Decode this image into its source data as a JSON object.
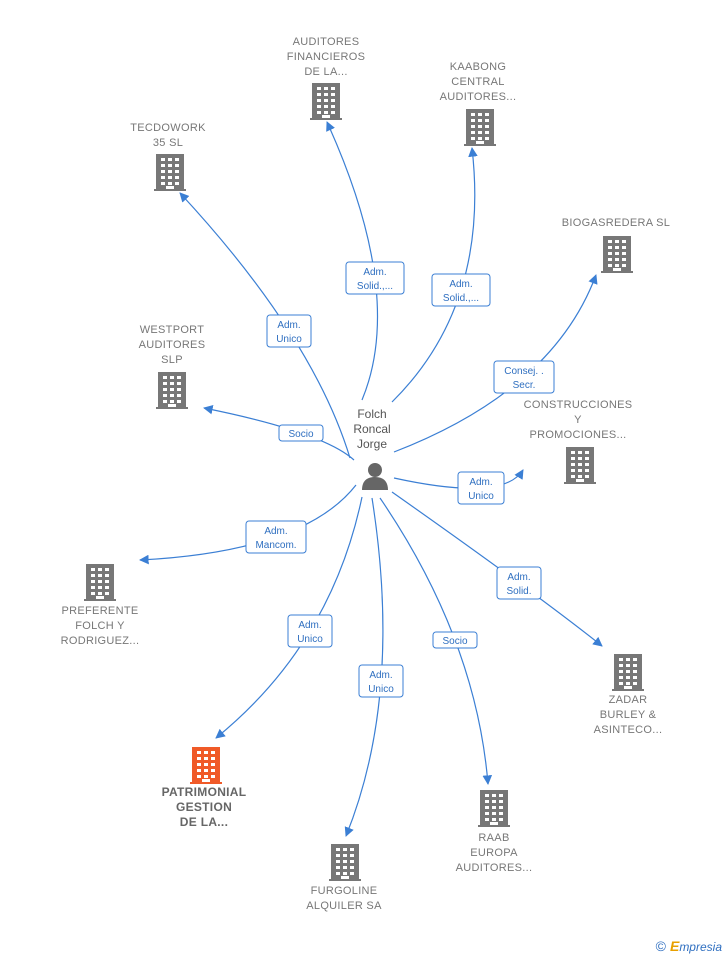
{
  "center": {
    "name_lines": [
      "Folch",
      "Roncal",
      "Jorge"
    ],
    "icon": "person-icon"
  },
  "companies": [
    {
      "id": "auditores-financieros",
      "lines": [
        "AUDITORES",
        "FINANCIEROS",
        "DE LA..."
      ],
      "highlight": false
    },
    {
      "id": "kaabong",
      "lines": [
        "KAABONG",
        "CENTRAL",
        "AUDITORES..."
      ],
      "highlight": false
    },
    {
      "id": "tecdowork",
      "lines": [
        "TECDOWORK",
        "35  SL"
      ],
      "highlight": false
    },
    {
      "id": "biogasredera",
      "lines": [
        "BIOGASREDERA SL"
      ],
      "highlight": false
    },
    {
      "id": "westport",
      "lines": [
        "WESTPORT",
        "AUDITORES",
        "SLP"
      ],
      "highlight": false
    },
    {
      "id": "construcciones",
      "lines": [
        "CONSTRUCCIONES",
        "Y",
        "PROMOCIONES..."
      ],
      "highlight": false
    },
    {
      "id": "preferente",
      "lines": [
        "PREFERENTE",
        "FOLCH Y",
        "RODRIGUEZ..."
      ],
      "highlight": false
    },
    {
      "id": "zadar",
      "lines": [
        "ZADAR",
        "BURLEY &",
        "ASINTECO..."
      ],
      "highlight": false
    },
    {
      "id": "patrimonial",
      "lines": [
        "PATRIMONIAL",
        "GESTION",
        "DE LA..."
      ],
      "highlight": true
    },
    {
      "id": "raab",
      "lines": [
        "RAAB",
        "EUROPA",
        "AUDITORES..."
      ],
      "highlight": false
    },
    {
      "id": "furgoline",
      "lines": [
        "FURGOLINE",
        "ALQUILER SA"
      ],
      "highlight": false
    }
  ],
  "edges": [
    {
      "to": "auditores-financieros",
      "label_lines": [
        "Adm.",
        "Solid.,..."
      ]
    },
    {
      "to": "kaabong",
      "label_lines": [
        "Adm.",
        "Solid.,..."
      ]
    },
    {
      "to": "tecdowork",
      "label_lines": [
        "Adm.",
        "Unico"
      ]
    },
    {
      "to": "biogasredera",
      "label_lines": [
        "Consej. .",
        "Secr."
      ]
    },
    {
      "to": "westport",
      "label_lines": [
        "Socio"
      ]
    },
    {
      "to": "construcciones",
      "label_lines": [
        "Adm.",
        "Unico"
      ]
    },
    {
      "to": "preferente",
      "label_lines": [
        "Adm.",
        "Mancom."
      ]
    },
    {
      "to": "zadar",
      "label_lines": [
        "Adm.",
        "Solid."
      ]
    },
    {
      "to": "patrimonial",
      "label_lines": [
        "Adm.",
        "Unico"
      ]
    },
    {
      "to": "raab",
      "label_lines": [
        "Socio"
      ]
    },
    {
      "to": "furgoline",
      "label_lines": [
        "Adm.",
        "Unico"
      ]
    }
  ],
  "colors": {
    "edge": "#3b7fd4",
    "building": "#777777",
    "building_highlight": "#f05a28",
    "person": "#666666"
  },
  "brand": {
    "copyright": "©",
    "first_letter": "E",
    "rest": "mpresia"
  }
}
